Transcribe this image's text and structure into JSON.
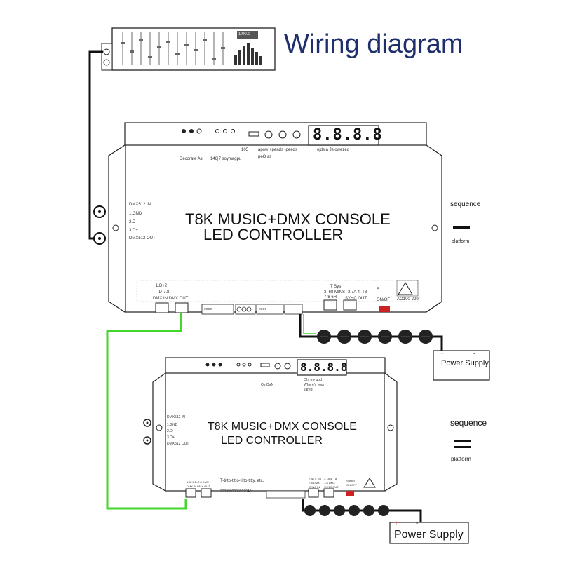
{
  "title": "Wiring diagram",
  "mixer": {
    "display": "1:00.0"
  },
  "controller1": {
    "title_line1": "T8K MUSIC+DMX CONSOLE",
    "title_line2": "LED CONTROLLER",
    "dmx_in": "DMX512 IN",
    "pin1": "1.GND",
    "pin2": "2.D-",
    "pin3": "3.D+",
    "dmx_out": "DMX512 OUT",
    "decorate": "Decorate As",
    "top_label_a": "146|7 soymagpu",
    "top_label_b": "105",
    "top_label_c": "apow +peads -peeds",
    "top_label_d": "pәO ƨs",
    "top_label_e": "ejdsıa Jelowezed",
    "seg_display": "8.8.8.8",
    "dmx_port_label_a": "1.D+2",
    "dmx_port_label_b": ".D-7.8.",
    "dmx_port_label_c": "DMX IN DMX OUT",
    "sync_a": "T Sys",
    "sync_b": "3. 68 MINS",
    "sync_c": "7-8 6H",
    "sync_d": "SYHC OUT",
    "sync_e": "3.7A 4. T8",
    "switch_label_a": "S",
    "switch_label_b": "ON/OF",
    "voltage": "AO100-220/",
    "term_a": "eeee",
    "term_b": "eeee"
  },
  "controller2": {
    "title_line1": "T8K MUSIC+DMX CONSOLE",
    "title_line2": "LED CONTROLLER",
    "dmx_in": "DMX512 IN",
    "pin1": "1.GND",
    "pin2": "2.D-",
    "pin3": "3.D+",
    "dmx_out": "DMX512 OUT",
    "label_a": "Os OəN",
    "label_b": "Oh, my god",
    "label_c": "Where's your",
    "label_d": "Jared",
    "seg_display": "8.8.8.8",
    "bottom_text": "T-titto-titto-titto-titty, etc.",
    "dmx_port_label": "1.D+2.D-7.8 DMX",
    "dmx_port_label_b": "DMX IN DMX OUT",
    "serial": "2999999999992949",
    "sync_a": "7.88 4. 93",
    "sync_b": "7-8 DMX",
    "sync_c": "SYNC IN",
    "sync_d": "3.7A 4. T8",
    "sync_e": "7-8 DMX",
    "sync_f": "SYNC OUT",
    "switch_a": "Switch",
    "switch_b": "ON/OFF"
  },
  "side1": {
    "sequence": "sequence",
    "platform": "platform"
  },
  "side2": {
    "sequence": "sequence",
    "platform": "platform"
  },
  "power1": {
    "label": "Power Supply",
    "plus": "+",
    "minus": "-"
  },
  "power2": {
    "label": "Power Supply",
    "plus": "+",
    "minus": "-"
  },
  "colors": {
    "wire": "#111111",
    "dmx_wire": "#44d62c",
    "title": "#1f2f6b",
    "switch": "#cc2222"
  }
}
